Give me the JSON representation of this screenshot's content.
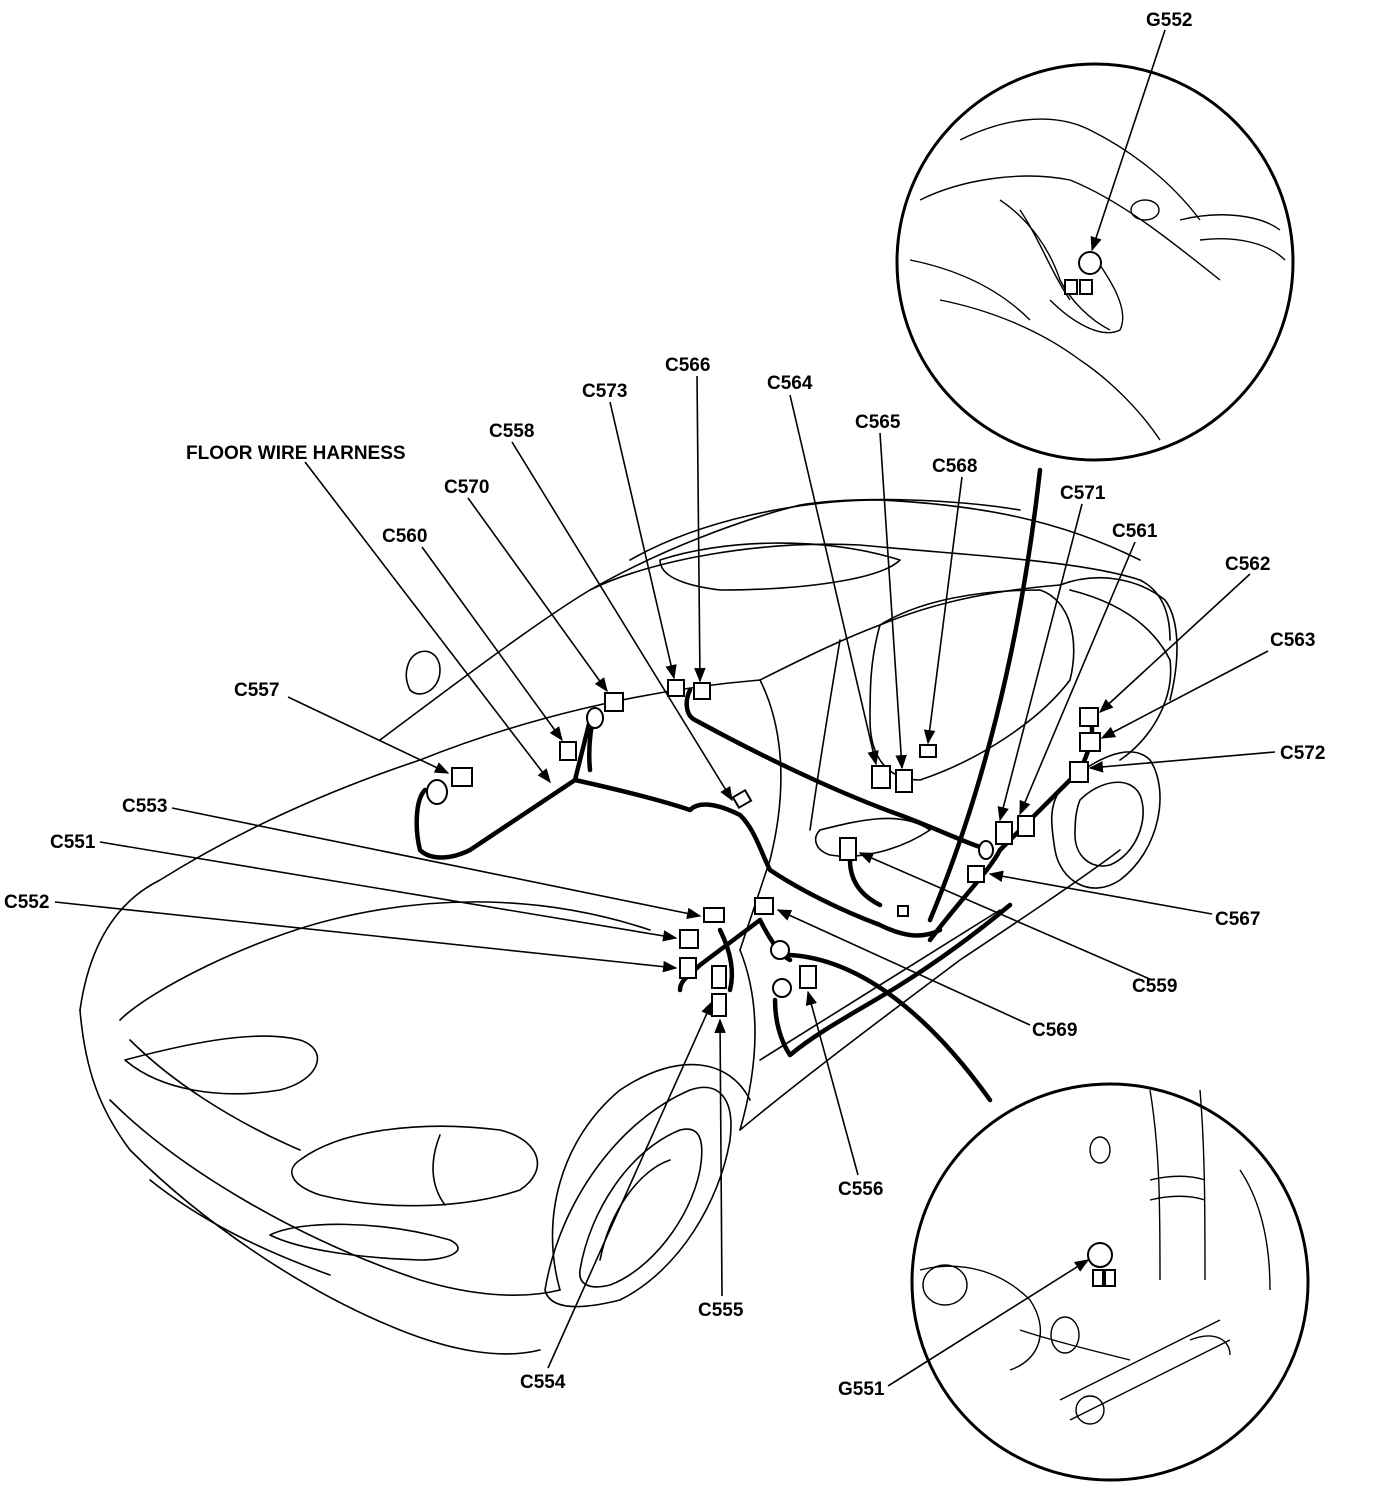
{
  "labels": {
    "harness": "FLOOR WIRE HARNESS",
    "g552": "G552",
    "g551": "G551",
    "c551": "C551",
    "c552": "C552",
    "c553": "C553",
    "c554": "C554",
    "c555": "C555",
    "c556": "C556",
    "c557": "C557",
    "c558": "C558",
    "c559": "C559",
    "c560": "C560",
    "c561": "C561",
    "c562": "C562",
    "c563": "C563",
    "c564": "C564",
    "c565": "C565",
    "c566": "C566",
    "c567": "C567",
    "c568": "C568",
    "c569": "C569",
    "c570": "C570",
    "c571": "C571",
    "c572": "C572",
    "c573": "C573"
  }
}
